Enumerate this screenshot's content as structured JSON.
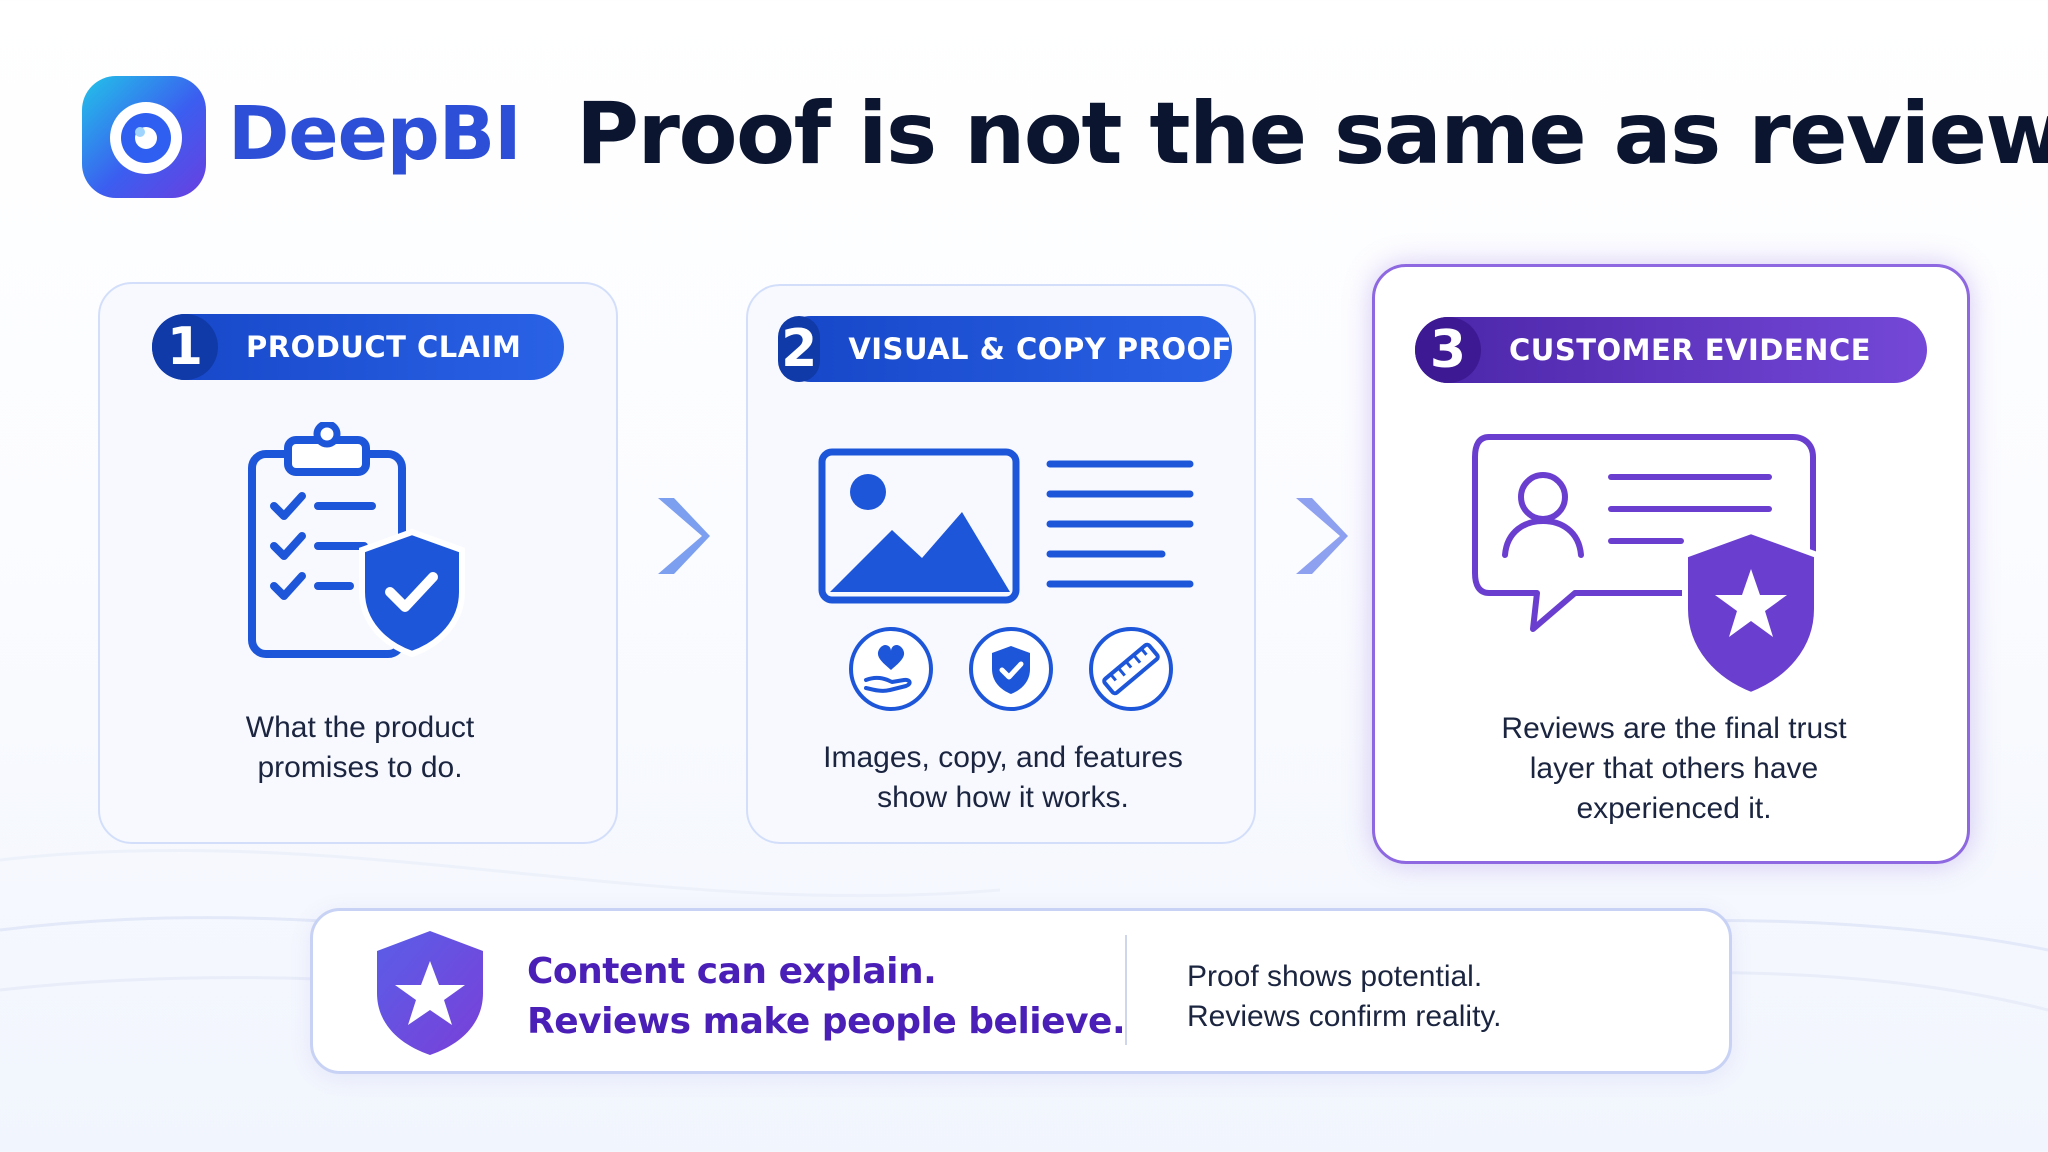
{
  "brand": {
    "name": "DeepBI"
  },
  "title": "Proof is not the same as reviews",
  "steps": [
    {
      "number": "1",
      "label": "PRODUCT CLAIM",
      "desc_lines": [
        "What the product",
        "promises to do."
      ]
    },
    {
      "number": "2",
      "label": "VISUAL & COPY PROOF",
      "desc_lines": [
        "Images, copy, and features",
        "show how it works."
      ]
    },
    {
      "number": "3",
      "label": "CUSTOMER EVIDENCE",
      "desc_lines": [
        "Reviews are the final trust",
        "layer that others have",
        "experienced it."
      ]
    }
  ],
  "banner": {
    "headline_lines": [
      "Content can explain.",
      "Reviews make people believe."
    ],
    "side_lines": [
      "Proof shows potential.",
      "Reviews confirm reality."
    ]
  },
  "icons": {
    "logo": "deepbi-logo-icon",
    "step1": "clipboard-shield-check-icon",
    "step2": [
      "image-document-icon",
      "heart-hand-icon",
      "shield-check-icon",
      "ruler-icon"
    ],
    "step3": "review-bubble-star-shield-icon",
    "arrows": "chevron-right-icon",
    "banner": "star-shield-icon"
  },
  "colors": {
    "brand_blue": "#2d4fd8",
    "step_blue": "#1e56d9",
    "step_purple": "#5a30c0",
    "title_dark": "#0b1530"
  }
}
